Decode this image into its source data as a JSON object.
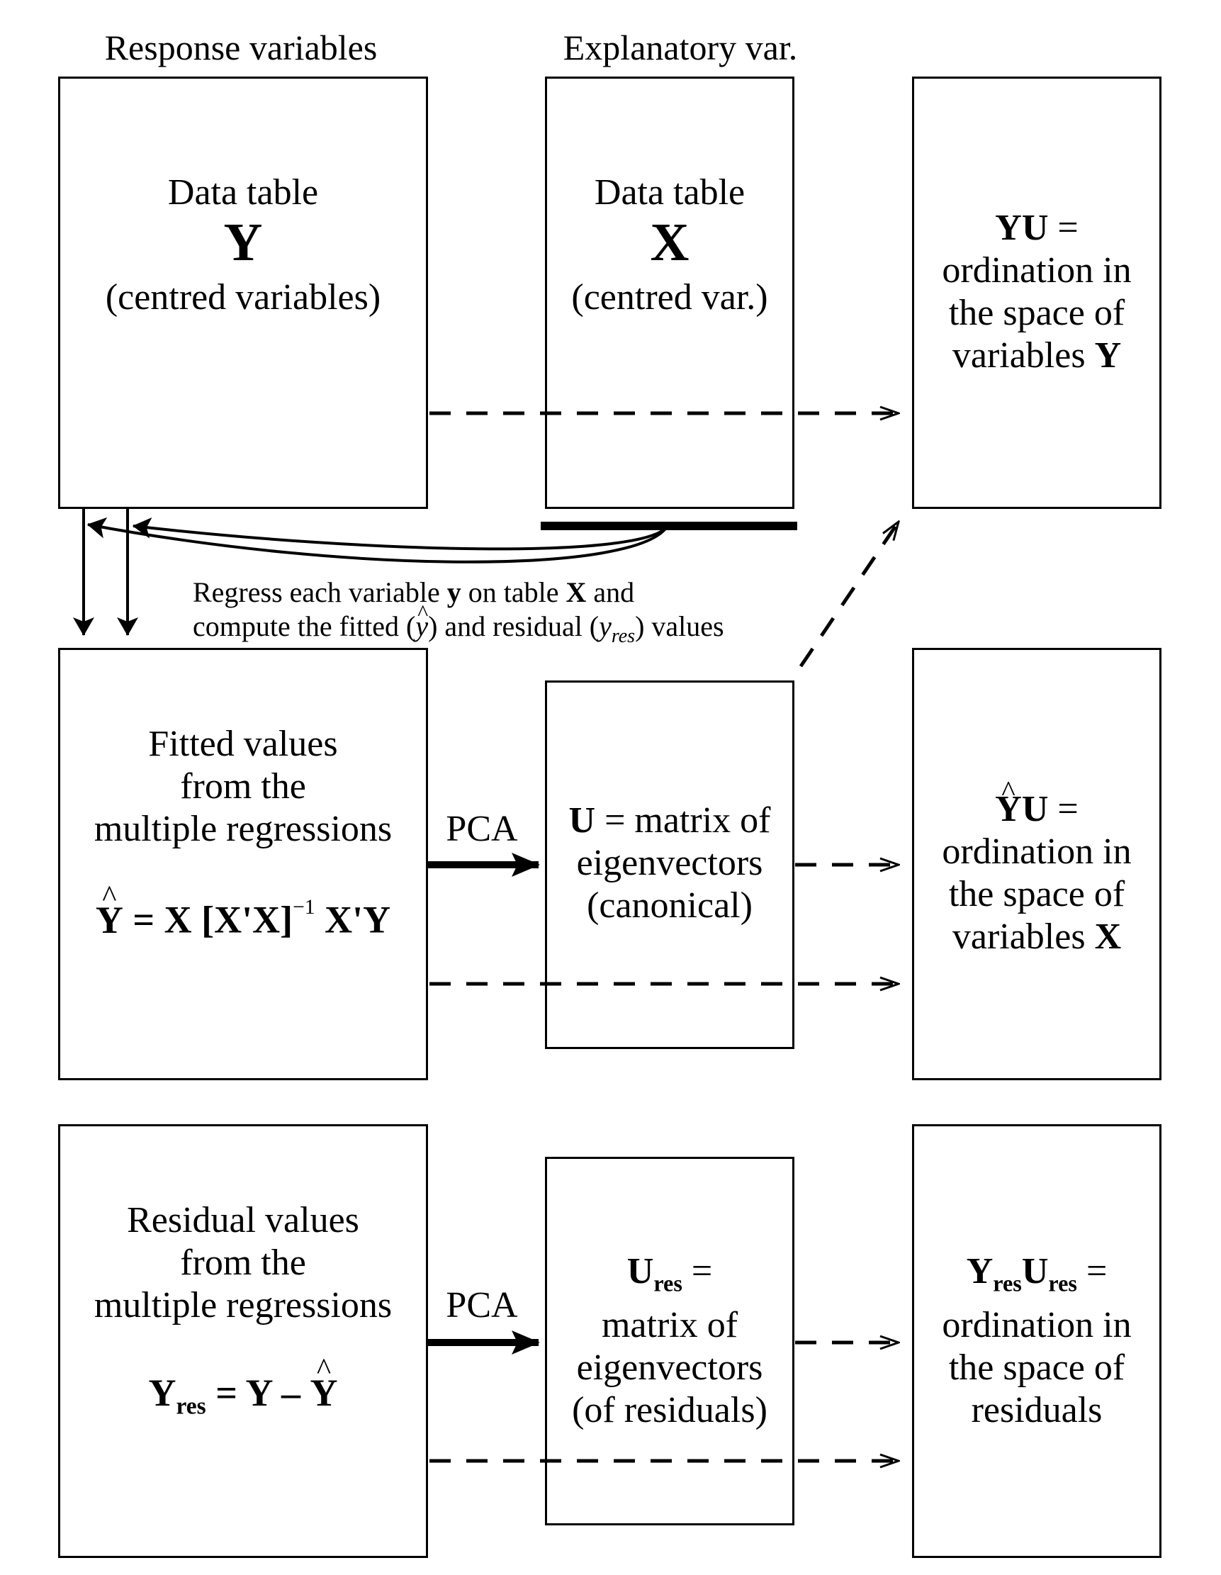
{
  "headers": {
    "response": "Response variables",
    "explanatory": "Explanatory var."
  },
  "box_y": {
    "line1": "Data table",
    "symbol": "Y",
    "line3": "(centred variables)"
  },
  "box_x": {
    "line1": "Data table",
    "symbol": "X",
    "line3": "(centred var.)"
  },
  "box_yu": {
    "head": "YU",
    "eq": " =",
    "line2": "ordination in",
    "line3": "the space of",
    "line4a": "variables ",
    "line4b": "Y"
  },
  "regress_note": {
    "line1a": "Regress each variable ",
    "line1b": "y",
    "line1c": " on table ",
    "line1d": "X",
    "line1e": " and",
    "line2a": "compute the fitted (",
    "line2b": "y",
    "line2c": ") and residual (",
    "line2d": "y",
    "line2e": "res",
    "line2f": ") values"
  },
  "box_fitted": {
    "line1": "Fitted values",
    "line2": "from the",
    "line3": "multiple regressions",
    "eq_y": "Y",
    "eq_rest": " = X [X'X]",
    "eq_sup": "−1",
    "eq_tail": " X'Y"
  },
  "pca_label_1": "PCA",
  "pca_label_2": "PCA",
  "box_u": {
    "head": "U",
    "line1": " = matrix of",
    "line2": "eigenvectors",
    "line3": "(canonical)"
  },
  "box_yhatu": {
    "head_y": "Y",
    "head_u": "U",
    "eq": " =",
    "line2": "ordination in",
    "line3": "the space of",
    "line4a": "variables ",
    "line4b": "X"
  },
  "box_resid": {
    "line1": "Residual values",
    "line2": "from the",
    "line3": "multiple regressions",
    "eq_y": "Y",
    "eq_sub": "res",
    "eq_mid": " = Y – ",
    "eq_hat": "Y"
  },
  "box_ures": {
    "head": "U",
    "sub": "res",
    "eq": " =",
    "line2": "matrix of",
    "line3": "eigenvectors",
    "line4": "(of residuals)"
  },
  "box_yresures": {
    "h1": "Y",
    "s1": "res",
    "h2": "U",
    "s2": "res",
    "eq": " =",
    "line2": "ordination in",
    "line3": "the space of",
    "line4": "residuals"
  }
}
